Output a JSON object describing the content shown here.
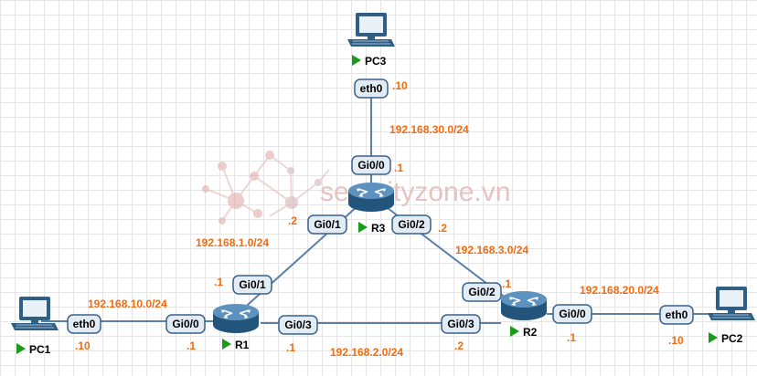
{
  "colors": {
    "accent": "#f26b0f",
    "link": "#5c7fa8",
    "device": "#2f5f85",
    "play": "#1a9b1a",
    "port_fill": "#e3ecf5",
    "port_stroke": "#39618a",
    "watermark": "#e6c2c2"
  },
  "watermark": {
    "text": "securityzone.vn"
  },
  "devices": {
    "pc3": {
      "label": "PC3"
    },
    "pc1": {
      "label": "PC1"
    },
    "pc2": {
      "label": "PC2"
    },
    "r1": {
      "label": "R1"
    },
    "r2": {
      "label": "R2"
    },
    "r3": {
      "label": "R3"
    }
  },
  "ports": {
    "pc3_eth0": "eth0",
    "r3_gi00": "Gi0/0",
    "r3_gi01": "Gi0/1",
    "r3_gi02": "Gi0/2",
    "r1_gi01": "Gi0/1",
    "r1_gi00": "Gi0/0",
    "r1_gi03": "Gi0/3",
    "r2_gi02": "Gi0/2",
    "r2_gi03": "Gi0/3",
    "r2_gi00": "Gi0/0",
    "pc1_eth0": "eth0",
    "pc2_eth0": "eth0"
  },
  "subnets": {
    "net30": "192.168.30.0/24",
    "net1": "192.168.1.0/24",
    "net3": "192.168.3.0/24",
    "net10": "192.168.10.0/24",
    "net20": "192.168.20.0/24",
    "net2": "192.168.2.0/24"
  },
  "hosts": {
    "pc3_ip": ".10",
    "r3_gi00_ip": ".1",
    "r3_gi01_ip": ".2",
    "r3_gi02_ip": ".2",
    "r1_gi01_ip": ".1",
    "r2_gi02_ip": ".1",
    "pc1_ip": ".10",
    "r1_gi00_ip": ".1",
    "r1_gi03_ip": ".1",
    "r2_gi03_ip": ".2",
    "r2_gi00_ip": ".1",
    "pc2_ip": ".10"
  }
}
